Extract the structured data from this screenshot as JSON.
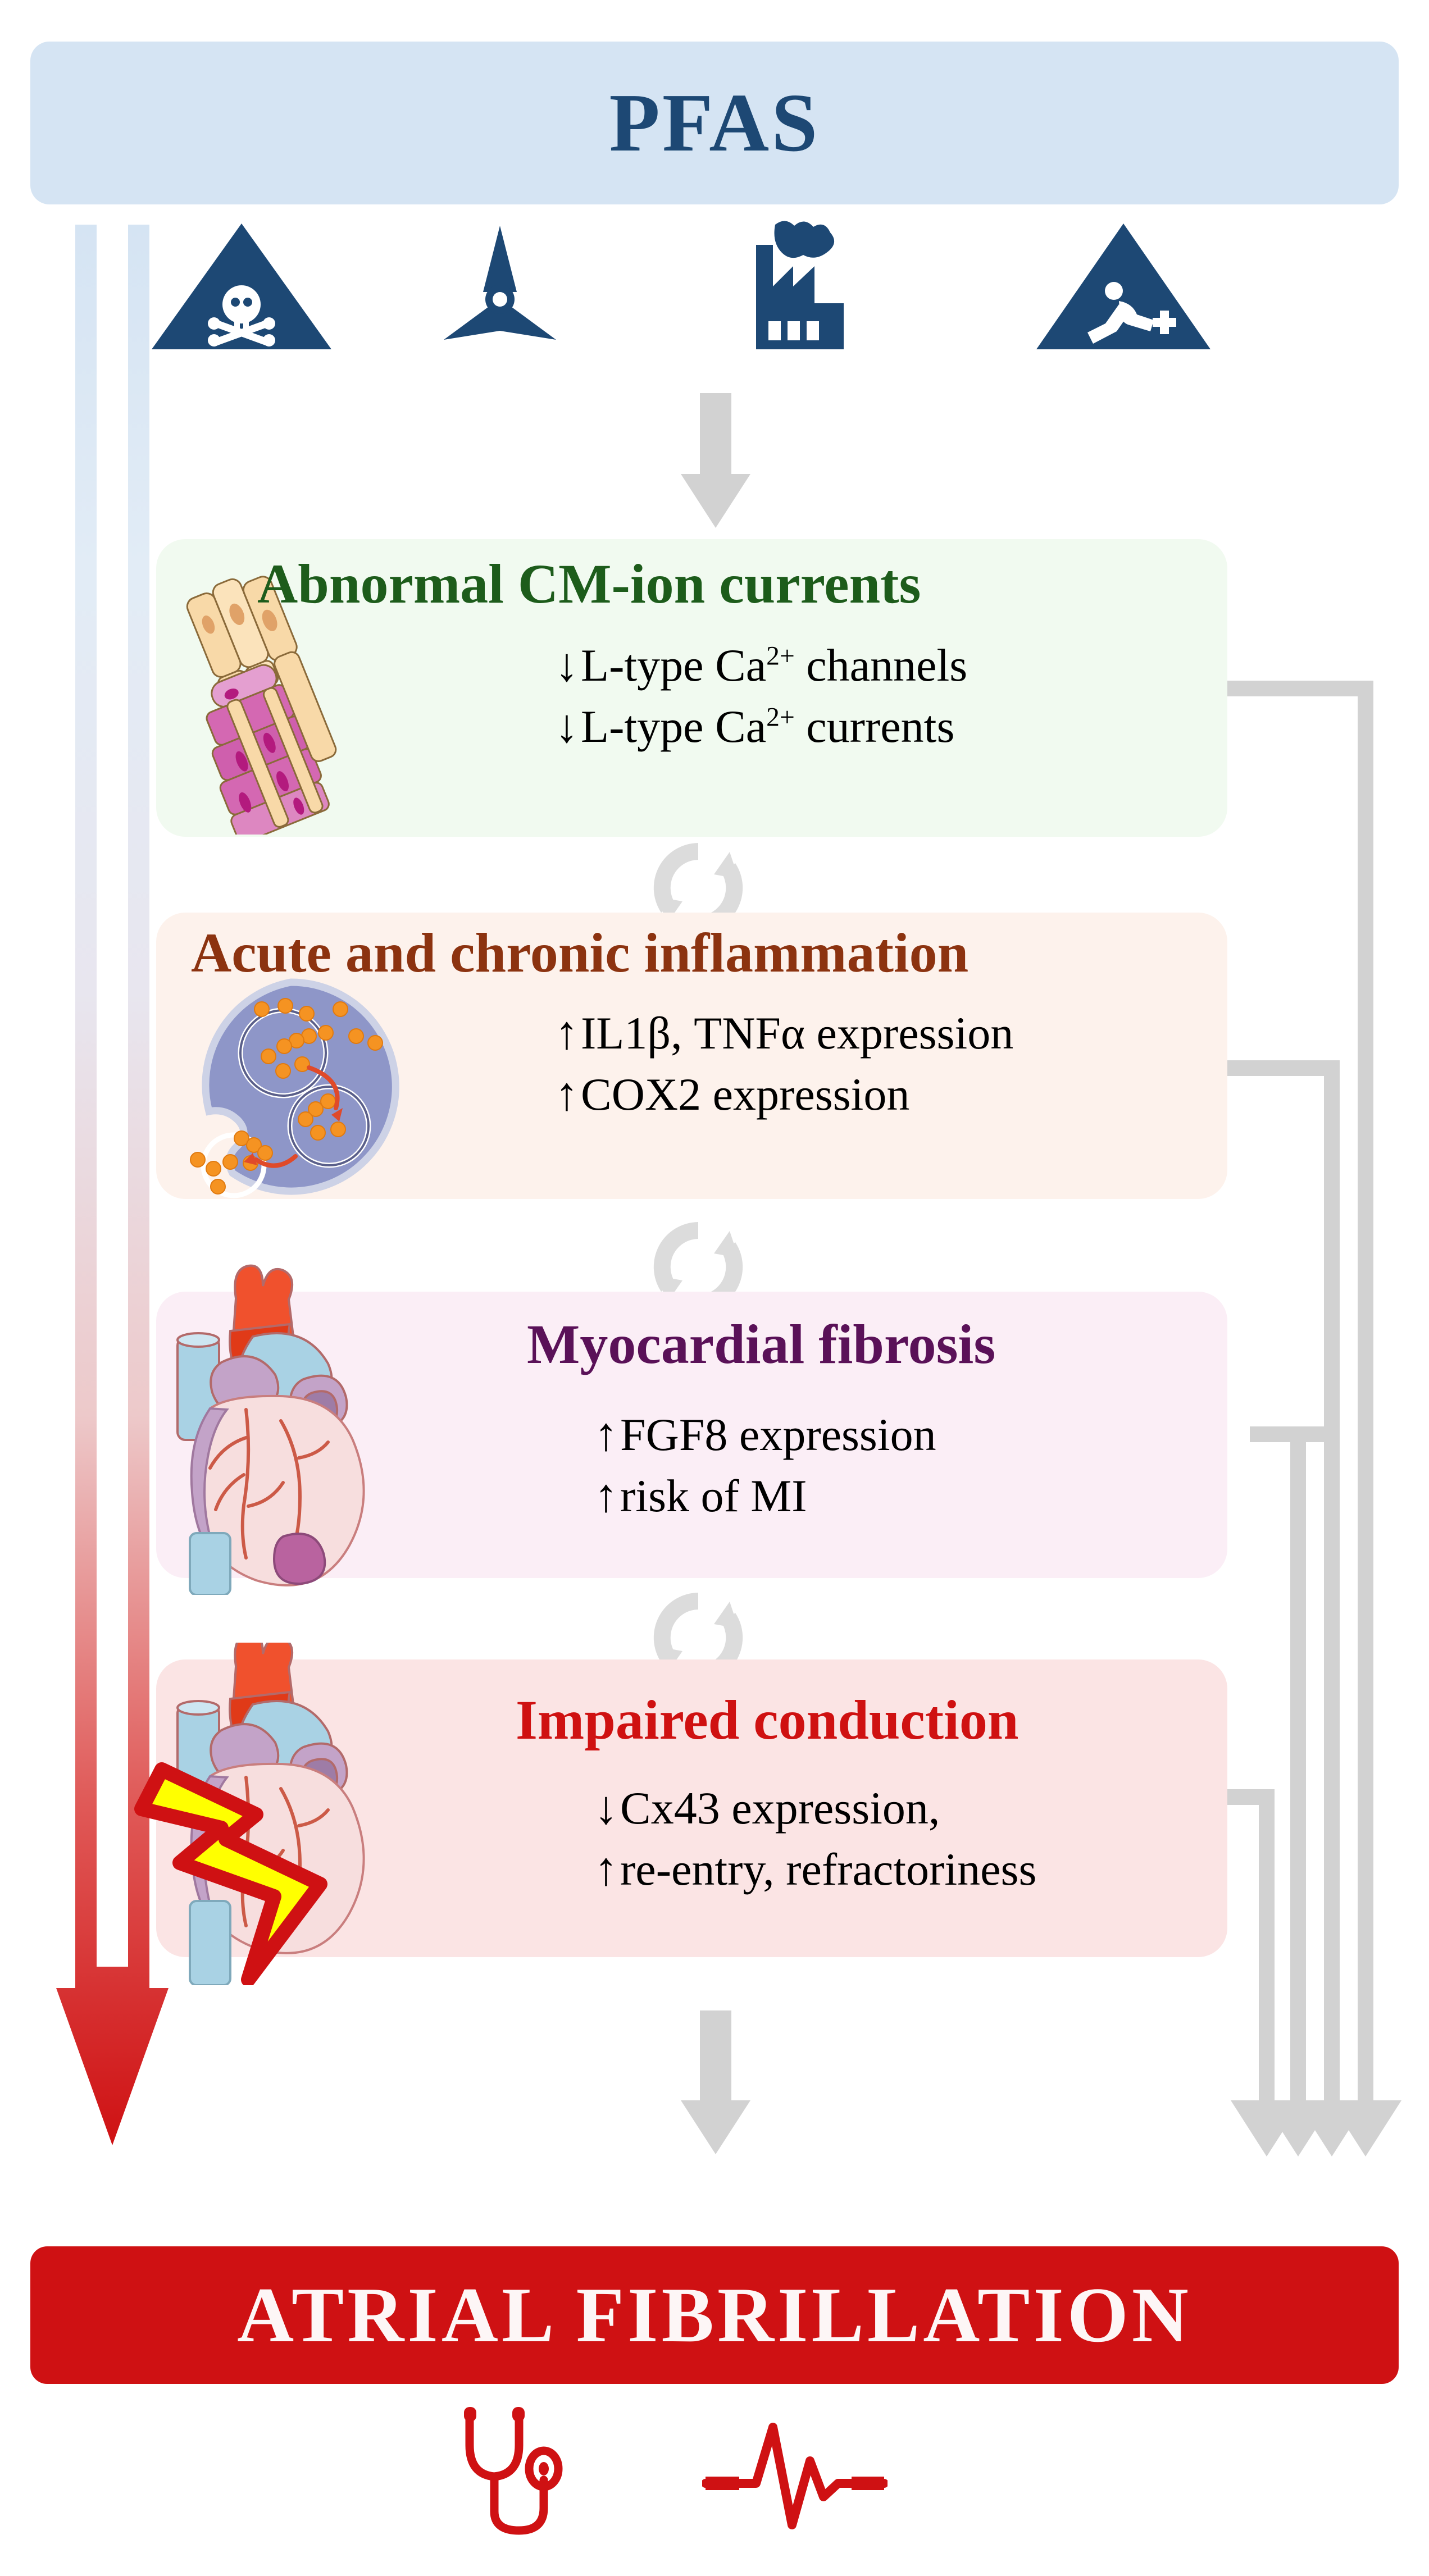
{
  "header": {
    "title": "PFAS",
    "bg_color": "#d5e4f3",
    "text_color": "#1d4874"
  },
  "hazard_icons": [
    {
      "name": "skull-crossbones-hazard-icon",
      "label": "Toxic hazard"
    },
    {
      "name": "radiation-hazard-icon",
      "label": "Radiation hazard"
    },
    {
      "name": "factory-pollution-icon",
      "label": "Industrial emissions"
    },
    {
      "name": "slip-hazard-icon",
      "label": "Slip / spill hazard"
    }
  ],
  "flow": {
    "down_arrow_color": "#d2d2d2",
    "cycle_icon_color": "#dcdcdc",
    "connector_color": "#d2d2d2"
  },
  "boxes": [
    {
      "id": "ion",
      "title": "Abnormal CM-ion currents",
      "title_color": "#1d5c1b",
      "bg_color": "#f1faf0",
      "art": "cardiomyocyte-illustration",
      "bullets": [
        {
          "arrow": "↓",
          "text": "L-type Ca",
          "sup": "2+",
          "tail": " channels"
        },
        {
          "arrow": "↓",
          "text": "L-type Ca",
          "sup": "2+",
          "tail": " currents"
        }
      ]
    },
    {
      "id": "infl",
      "title": "Acute and chronic inflammation",
      "title_color": "#8c3310",
      "bg_color": "#fdf2ec",
      "art": "inflammatory-cell-illustration",
      "bullets": [
        {
          "arrow": "↑",
          "text": "IL1β, TNFα expression",
          "sup": "",
          "tail": ""
        },
        {
          "arrow": "↑",
          "text": "COX2 expression",
          "sup": "",
          "tail": ""
        }
      ]
    },
    {
      "id": "fib",
      "title": "Myocardial fibrosis",
      "title_color": "#5a1158",
      "bg_color": "#fbeef6",
      "art": "heart-illustration",
      "bullets": [
        {
          "arrow": "↑",
          "text": "FGF8 expression",
          "sup": "",
          "tail": ""
        },
        {
          "arrow": "↑",
          "text": "risk of MI",
          "sup": "",
          "tail": ""
        }
      ]
    },
    {
      "id": "cond",
      "title": "Impaired conduction",
      "title_color": "#cf1111",
      "bg_color": "#fbe4e4",
      "art": "heart-lightning-illustration",
      "bullets": [
        {
          "arrow": "↓",
          "text": "Cx43 expression,",
          "sup": "",
          "tail": ""
        },
        {
          "arrow": "↑",
          "text": "re-entry, refractoriness",
          "sup": "",
          "tail": ""
        }
      ]
    }
  ],
  "outcome": {
    "title": "ATRIAL FIBRILLATION",
    "bg_color": "#cf1113",
    "text_color": "#fdf6f6"
  },
  "outcome_icons": [
    {
      "name": "stethoscope-icon",
      "color": "#cf1113"
    },
    {
      "name": "ecg-heartbeat-icon",
      "color": "#cf1113"
    }
  ],
  "left_arrow": {
    "name": "pfas-to-af-gradient-arrow",
    "gradient_top": "#d5e4f3",
    "gradient_bottom": "#cf1113"
  }
}
